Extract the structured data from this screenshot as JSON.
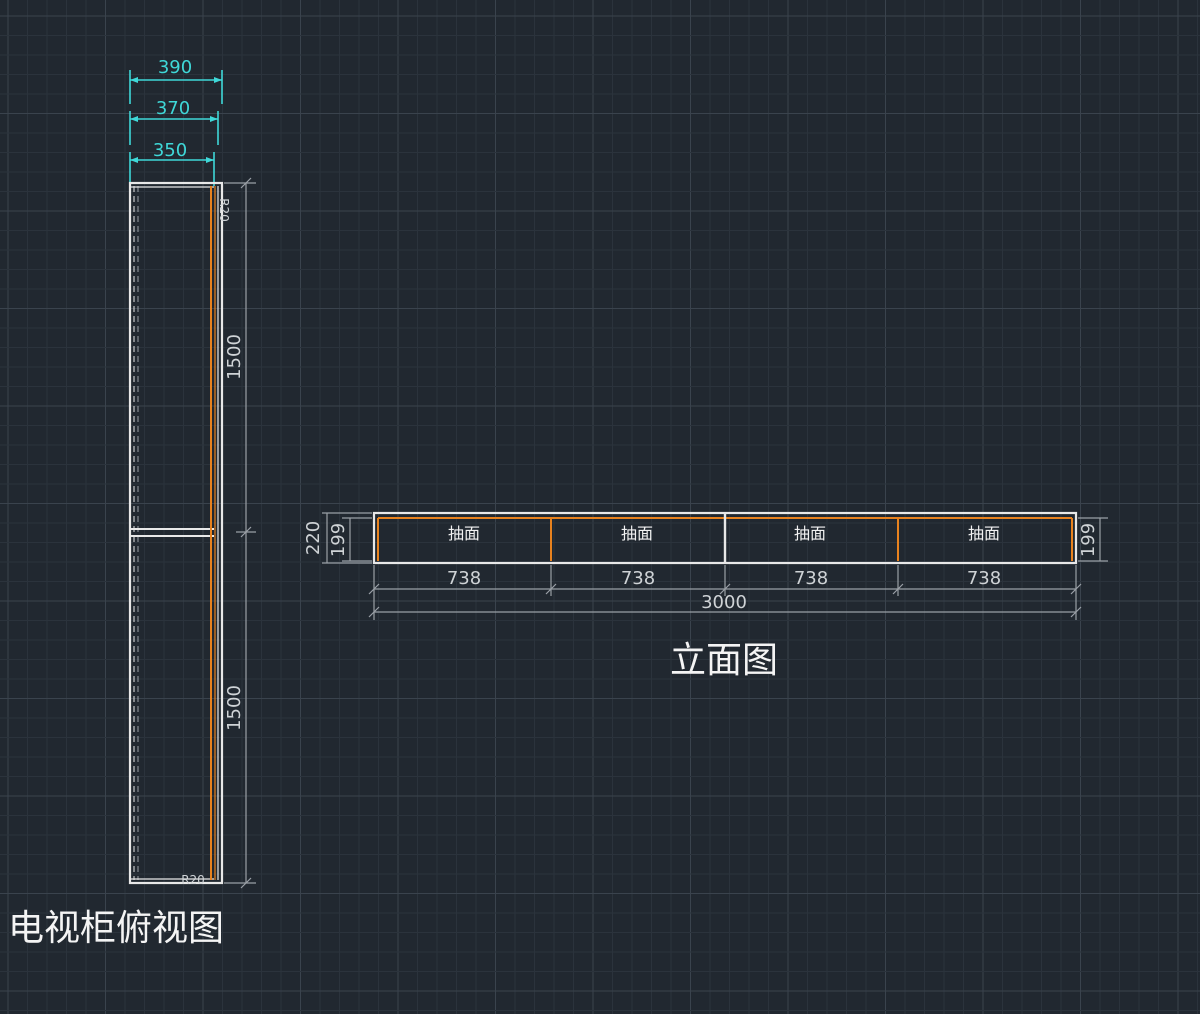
{
  "colors": {
    "background": "#212830",
    "grid_minor": "#2b333c",
    "grid_major": "#3a434d",
    "outline": "#e8e8e8",
    "accent_orange": "#e8821e",
    "dimension_cyan": "#3fd8d8",
    "dimension_gray": "#9aa0a6"
  },
  "top_view": {
    "title": "电视柜俯视图",
    "width_dims": [
      "390",
      "370",
      "350"
    ],
    "height_dims": [
      "1500",
      "1500"
    ],
    "radius_labels": [
      "R20",
      "R20"
    ]
  },
  "elevation": {
    "title": "立面图",
    "drawer_label": "抽面",
    "drawers": [
      {
        "label": "抽面",
        "width": "738"
      },
      {
        "label": "抽面",
        "width": "738"
      },
      {
        "label": "抽面",
        "width": "738"
      },
      {
        "label": "抽面",
        "width": "738"
      }
    ],
    "total_width": "3000",
    "height_outer": "220",
    "height_inner": "199",
    "height_right": "199"
  }
}
